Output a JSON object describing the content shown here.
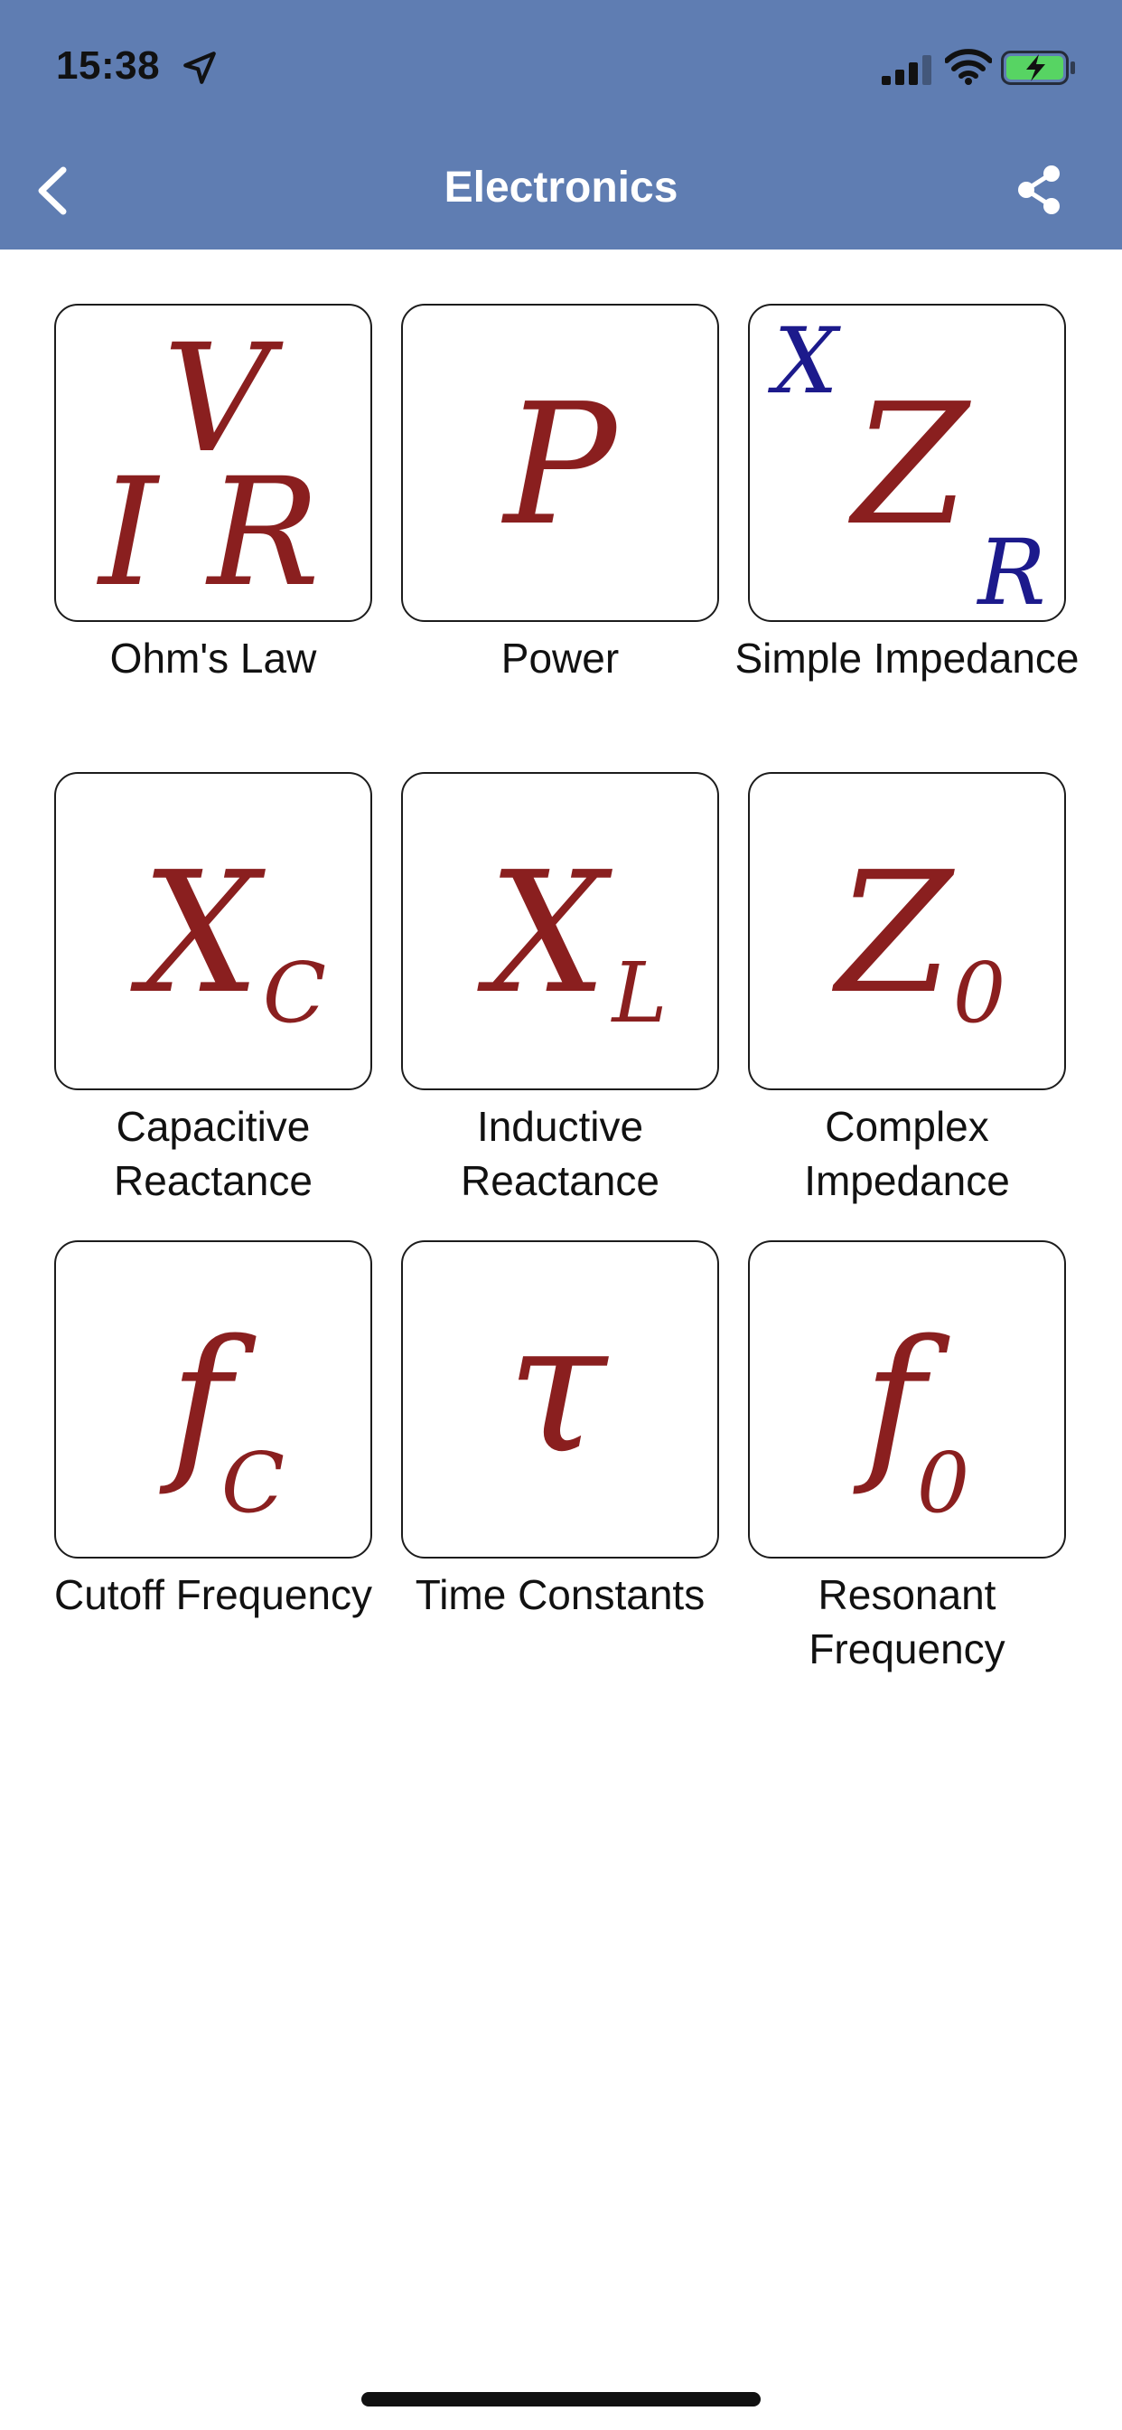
{
  "status_bar": {
    "time": "15:38"
  },
  "nav": {
    "title": "Electronics"
  },
  "colors": {
    "header": "#5f7db2",
    "symbol_red": "#8a1f1f",
    "symbol_blue": "#1c1a8c"
  },
  "tiles": [
    {
      "label": "Ohm's Law",
      "symbols": [
        "V",
        "I",
        "R"
      ]
    },
    {
      "label": "Power",
      "symbols": [
        "P"
      ]
    },
    {
      "label": "Simple Impedance",
      "symbols": [
        "X",
        "Z",
        "R"
      ]
    },
    {
      "label": "Capacitive Reactance",
      "symbols": [
        "X",
        "C"
      ]
    },
    {
      "label": "Inductive Reactance",
      "symbols": [
        "X",
        "L"
      ]
    },
    {
      "label": "Complex Impedance",
      "symbols": [
        "Z",
        "0"
      ]
    },
    {
      "label": "Cutoff Frequency",
      "symbols": [
        "f",
        "C"
      ]
    },
    {
      "label": "Time Constants",
      "symbols": [
        "τ"
      ]
    },
    {
      "label": "Resonant Frequency",
      "symbols": [
        "f",
        "0"
      ]
    }
  ]
}
